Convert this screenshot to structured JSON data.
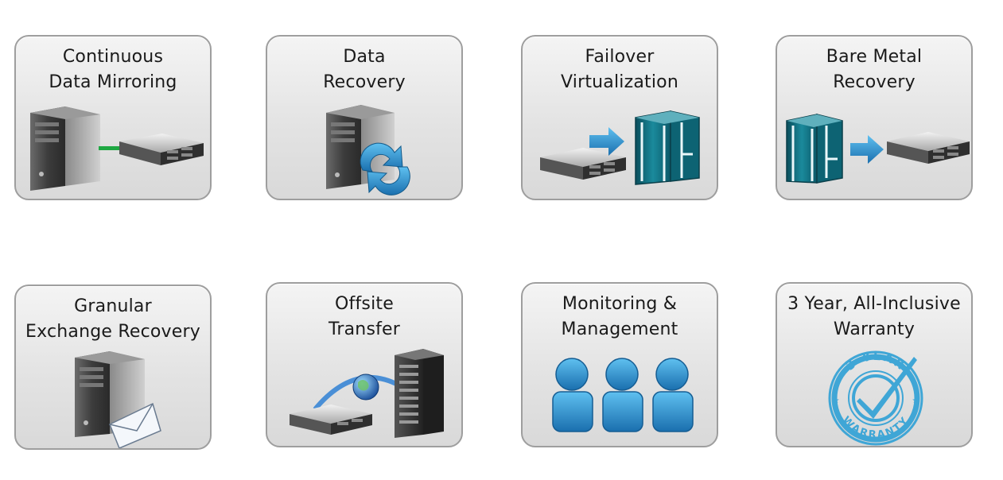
{
  "tiles": [
    {
      "lines": [
        "Continuous",
        "Data Mirroring"
      ]
    },
    {
      "lines": [
        "Data",
        "Recovery"
      ]
    },
    {
      "lines": [
        "Failover",
        "Virtualization"
      ]
    },
    {
      "lines": [
        "Bare Metal",
        "Recovery"
      ]
    },
    {
      "lines": [
        "Granular",
        "Exchange Recovery"
      ]
    },
    {
      "lines": [
        "Offsite",
        "Transfer"
      ]
    },
    {
      "lines": [
        "Monitoring &",
        "Management"
      ]
    },
    {
      "lines": [
        "3 Year, All-Inclusive",
        "Warranty"
      ]
    }
  ],
  "warranty_seal": {
    "top_text": "3 YEAR",
    "bottom_text": "WARRANTY"
  },
  "colors": {
    "accent_blue": "#1e86c4",
    "virtual_teal": "#0e6a7a",
    "mirror_green": "#1fa843",
    "seal_blue": "#3fa6d6"
  },
  "icons": [
    "tower-server-to-rack-server-icon",
    "server-recovery-arrows-icon",
    "rack-server-to-virtual-server-icon",
    "virtual-server-to-rack-server-icon",
    "server-with-envelope-icon",
    "rack-server-globe-datacenter-icon",
    "three-users-icon",
    "warranty-seal-icon"
  ]
}
